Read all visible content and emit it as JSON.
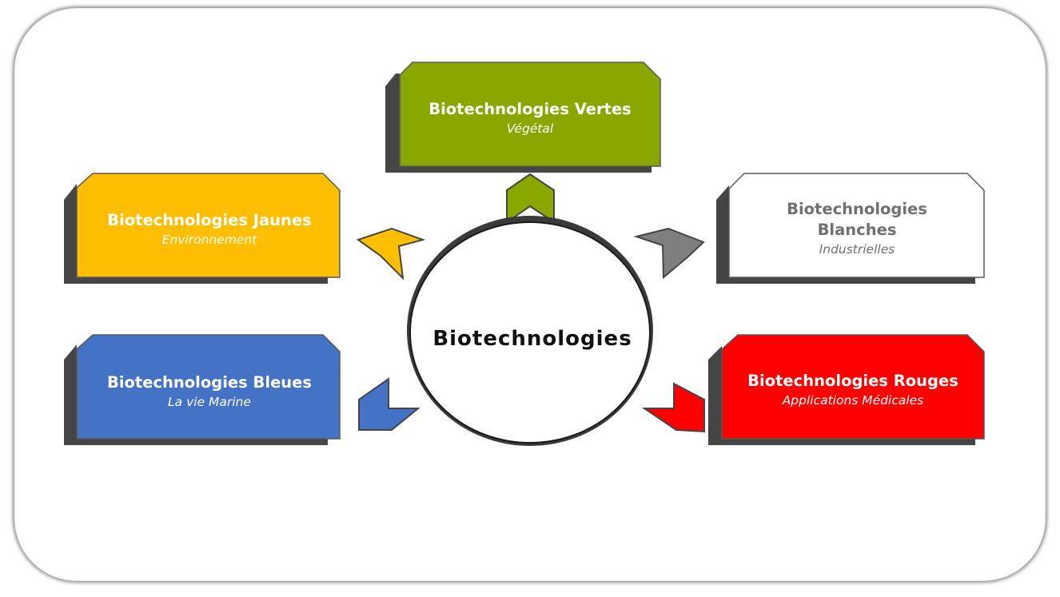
{
  "center": {
    "label": "Biotechnologies"
  },
  "nodes": {
    "vertes": {
      "title": "Biotechnologies Vertes",
      "subtitle": "Végétal",
      "color": "#88a800",
      "text_color": "#ffffff"
    },
    "jaunes": {
      "title": "Biotechnologies Jaunes",
      "subtitle": "Environnement",
      "color": "#ffbe00",
      "text_color": "#ffffff"
    },
    "blanches": {
      "title_line1": "Biotechnologies",
      "title_line2": "Blanches",
      "subtitle": "Industrielles",
      "color": "#ffffff",
      "text_color": "#707070"
    },
    "bleues": {
      "title": "Biotechnologies Bleues",
      "subtitle": "La vie Marine",
      "color": "#4472c4",
      "text_color": "#ffffff"
    },
    "rouges": {
      "title": "Biotechnologies Rouges",
      "subtitle": "Applications Médicales",
      "color": "#ff0000",
      "text_color": "#ffffff"
    }
  },
  "colors": {
    "shadow": "#454545",
    "box_border": "#595959",
    "arrow_grey": "#7f7f7f"
  }
}
